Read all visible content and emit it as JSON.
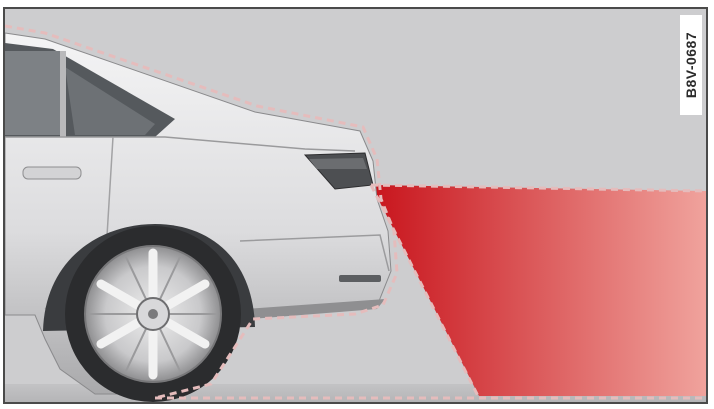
{
  "figure": {
    "code": "B8V-0687",
    "colors": {
      "background": "#cdcdcf",
      "zone_start": "#c8141c",
      "zone_end": "#f0a39d",
      "dashed_outline": "#e5bcbc",
      "frame": "#4a4a4a"
    },
    "elements": [
      "car-rear-illustration",
      "sensor-zone",
      "dashed-outline",
      "figure-code-label"
    ]
  }
}
